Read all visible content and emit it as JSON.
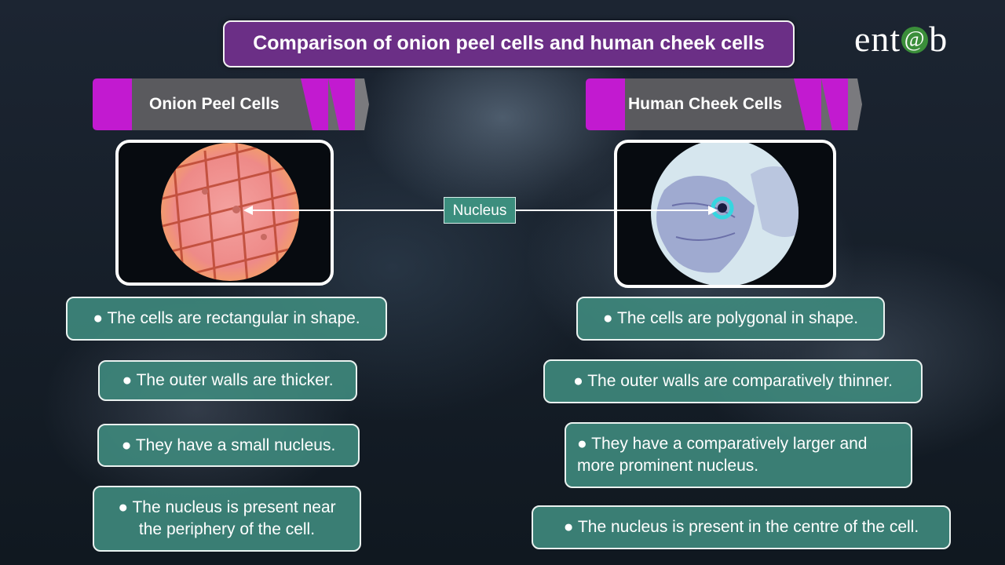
{
  "title": "Comparison of onion peel cells and human cheek cells",
  "logo": {
    "pre": "ent",
    "at": "@",
    "post": "b"
  },
  "left": {
    "header": "Onion Peel Cells",
    "facts": [
      "● The cells are rectangular in shape.",
      "● The outer walls are thicker.",
      "● They have a small nucleus.",
      "● The nucleus is present near\nthe periphery of the cell."
    ]
  },
  "right": {
    "header": "Human Cheek Cells",
    "facts": [
      "● The cells are polygonal in shape.",
      "● The outer walls are comparatively thinner.",
      "● They have a comparatively larger and\nmore prominent nucleus.",
      "● The nucleus is present in the centre of the cell."
    ]
  },
  "nucleus_label": "Nucleus",
  "colors": {
    "accent_purple": "#6b2f86",
    "magenta": "#c21ad0",
    "teal": "#408c80",
    "cyan_ring": "#35d6e0"
  }
}
